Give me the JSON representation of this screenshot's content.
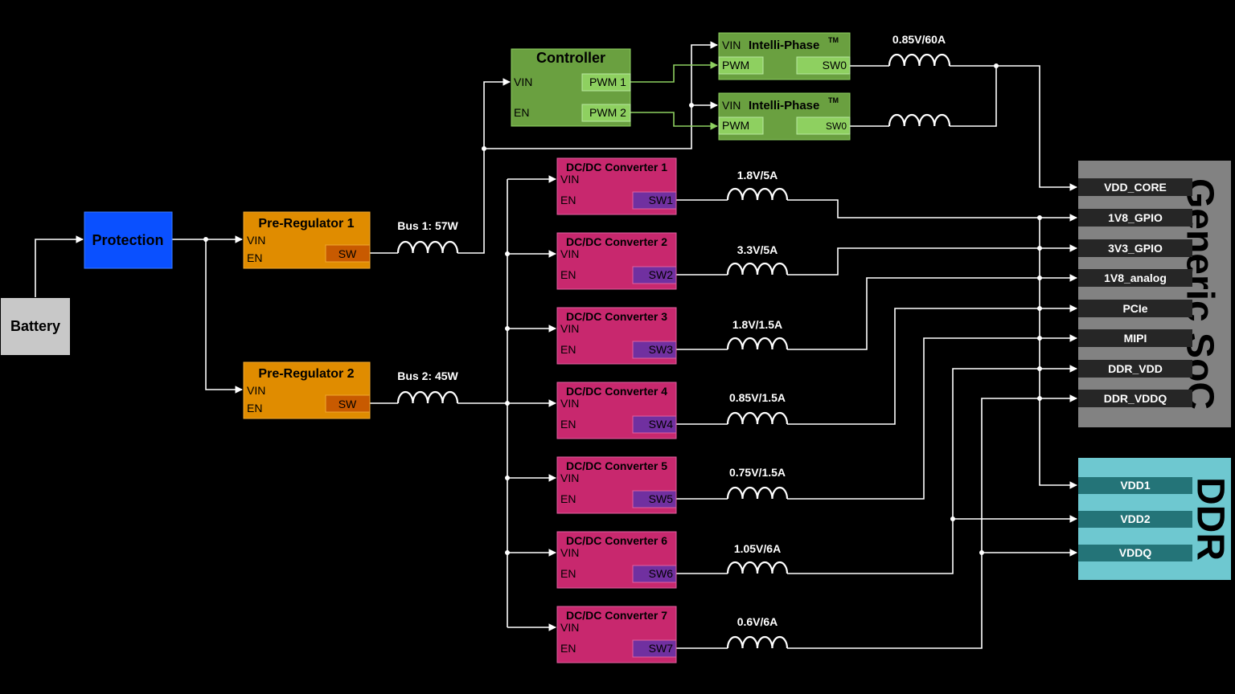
{
  "battery": {
    "label": "Battery"
  },
  "protection": {
    "label": "Protection"
  },
  "pre1": {
    "title": "Pre-Regulator 1",
    "vin": "VIN",
    "en": "EN",
    "sw": "SW"
  },
  "pre2": {
    "title": "Pre-Regulator 2",
    "vin": "VIN",
    "en": "EN",
    "sw": "SW"
  },
  "bus1": "Bus 1: 57W",
  "bus2": "Bus 2: 45W",
  "controller": {
    "title": "Controller",
    "vin": "VIN",
    "en": "EN",
    "pwm1": "PWM 1",
    "pwm2": "PWM 2"
  },
  "phases": [
    {
      "vin": "VIN",
      "name": "Intelli-Phase",
      "tm": "TM",
      "pwm": "PWM",
      "sw": "SW0"
    },
    {
      "vin": "VIN",
      "name": "Intelli-Phase",
      "tm": "TM",
      "pwm": "PWM",
      "sw": "SW0"
    }
  ],
  "core_inductor": "0.85V/60A",
  "converters": [
    {
      "title": "DC/DC Converter 1",
      "vin": "VIN",
      "en": "EN",
      "sw": "SW1",
      "rating": "1.8V/5A"
    },
    {
      "title": "DC/DC Converter 2",
      "vin": "VIN",
      "en": "EN",
      "sw": "SW2",
      "rating": "3.3V/5A"
    },
    {
      "title": "DC/DC Converter 3",
      "vin": "VIN",
      "en": "EN",
      "sw": "SW3",
      "rating": "1.8V/1.5A"
    },
    {
      "title": "DC/DC Converter 4",
      "vin": "VIN",
      "en": "EN",
      "sw": "SW4",
      "rating": "0.85V/1.5A"
    },
    {
      "title": "DC/DC Converter 5",
      "vin": "VIN",
      "en": "EN",
      "sw": "SW5",
      "rating": "0.75V/1.5A"
    },
    {
      "title": "DC/DC Converter 6",
      "vin": "VIN",
      "en": "EN",
      "sw": "SW6",
      "rating": "1.05V/6A"
    },
    {
      "title": "DC/DC Converter 7",
      "vin": "VIN",
      "en": "EN",
      "sw": "SW7",
      "rating": "0.6V/6A"
    }
  ],
  "soc": {
    "title": "Generic SoC",
    "rails": [
      "VDD_CORE",
      "1V8_GPIO",
      "3V3_GPIO",
      "1V8_analog",
      "PCIe",
      "MIPI",
      "DDR_VDD",
      "DDR_VDDQ"
    ]
  },
  "ddr": {
    "title": "DDR",
    "rails": [
      "VDD1",
      "VDD2",
      "VDDQ"
    ]
  },
  "colors": {
    "battery": "#c8c8c8",
    "protection": "#0a50ff",
    "preregulator": "#e08c00",
    "preregulator_sw": "#c85a00",
    "controller": "#6aa040",
    "pin_green": "#8ed060",
    "converter": "#c8286e",
    "converter_sw": "#7030a0",
    "soc": "#828282",
    "soc_pin": "#262626",
    "ddr": "#6ec8d0",
    "ddr_pin": "#247478",
    "pwm_wire": "#8ed060"
  }
}
